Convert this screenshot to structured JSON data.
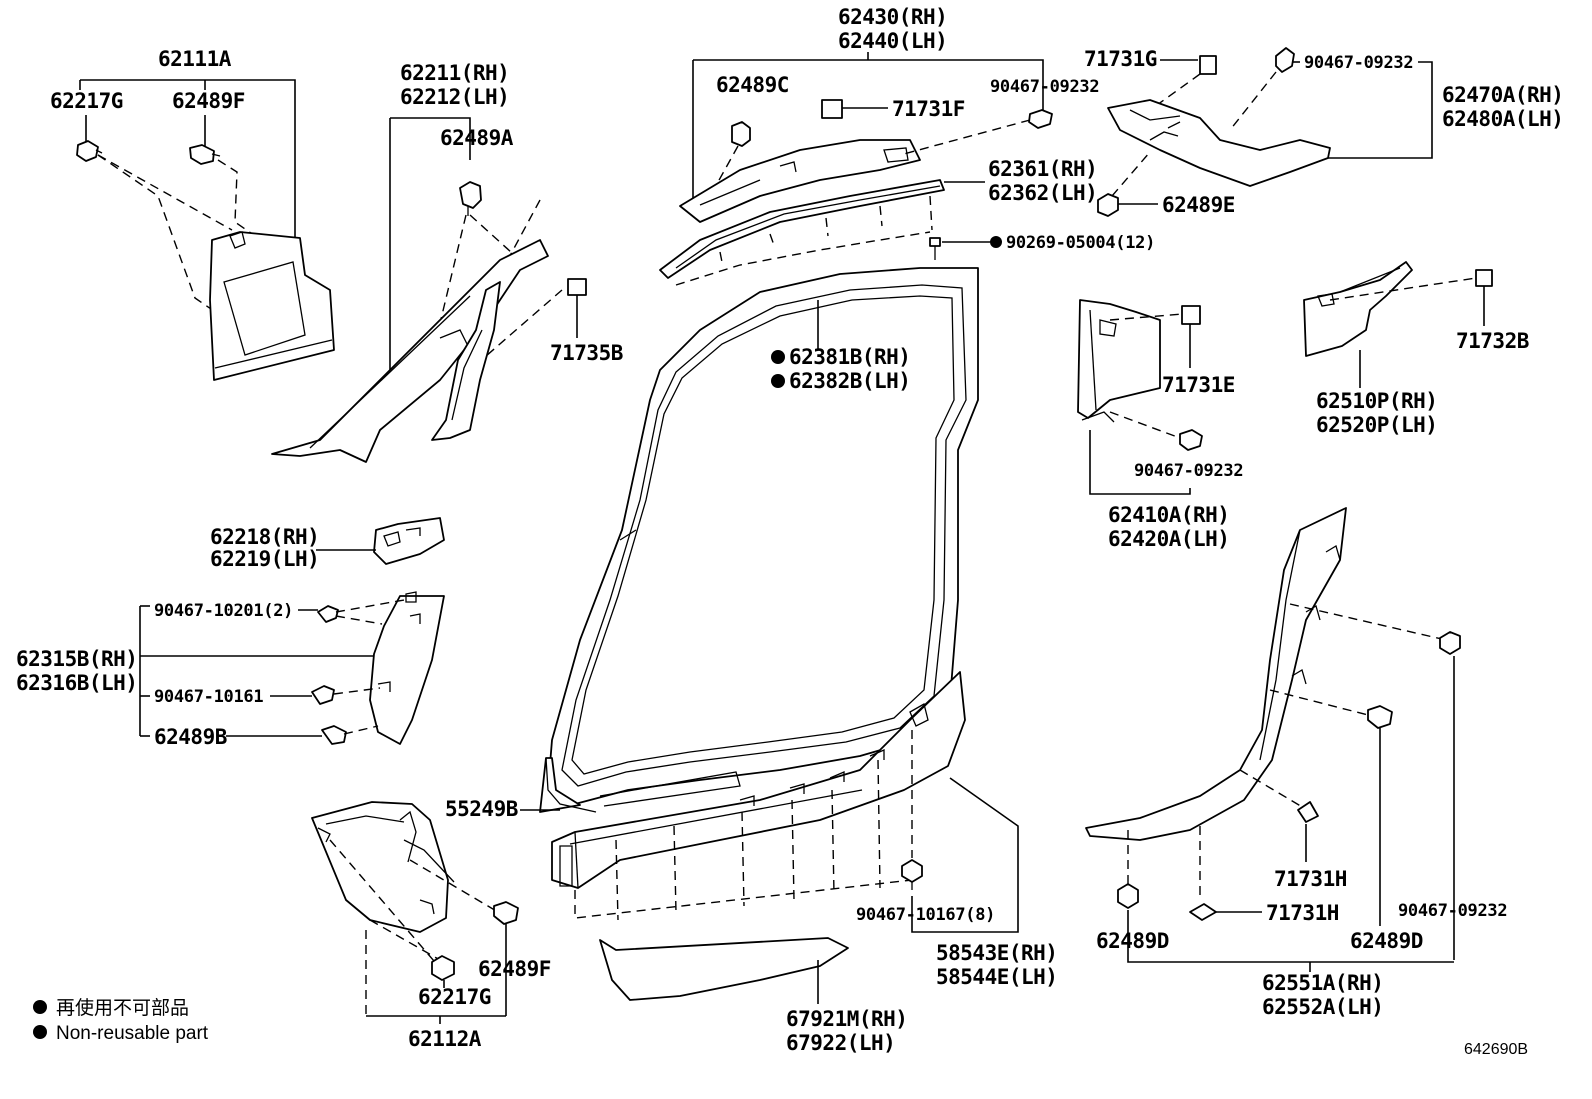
{
  "labels": {
    "p62111A": "62111A",
    "p62217G_top": "62217G",
    "p62489F_top": "62489F",
    "p62211": "62211(RH)",
    "p62212": "62212(LH)",
    "p62489A": "62489A",
    "p71735B": "71735B",
    "p62430": "62430(RH)",
    "p62440": "62440(LH)",
    "p62489C": "62489C",
    "p71731F": "71731F",
    "p90467_09232_top": "90467-09232",
    "p62361": "62361(RH)",
    "p62362": "62362(LH)",
    "p90269": "90269-05004(12)",
    "p71731G": "71731G",
    "p90467_09232_r": "90467-09232",
    "p62470A": "62470A(RH)",
    "p62480A": "62480A(LH)",
    "p62489E": "62489E",
    "p62381B": "62381B(RH)",
    "p62382B": "62382B(LH)",
    "p71731E": "71731E",
    "p90467_09232_m": "90467-09232",
    "p62410A": "62410A(RH)",
    "p62420A": "62420A(LH)",
    "p71732B": "71732B",
    "p62510P": "62510P(RH)",
    "p62520P": "62520P(LH)",
    "p62218": "62218(RH)",
    "p62219": "62219(LH)",
    "p90467_10201": "90467-10201(2)",
    "p62315B": "62315B(RH)",
    "p62316B": "62316B(LH)",
    "p90467_10161": "90467-10161",
    "p62489B": "62489B",
    "p55249B": "55249B",
    "p90467_10167": "90467-10167(8)",
    "p58543E": "58543E(RH)",
    "p58544E": "58544E(LH)",
    "p62489F_bot": "62489F",
    "p62217G_bot": "62217G",
    "p62112A": "62112A",
    "p67921M": "67921M(RH)",
    "p67922": "67922(LH)",
    "p71731H_a": "71731H",
    "p71731H_b": "71731H",
    "p90467_09232_b": "90467-09232",
    "p62489D_l": "62489D",
    "p62489D_r": "62489D",
    "p62551A": "62551A(RH)",
    "p62552A": "62552A(LH)"
  },
  "legend": {
    "ja": "再使用不可部品",
    "en": "Non-reusable part"
  },
  "diagram_code": "642690B"
}
